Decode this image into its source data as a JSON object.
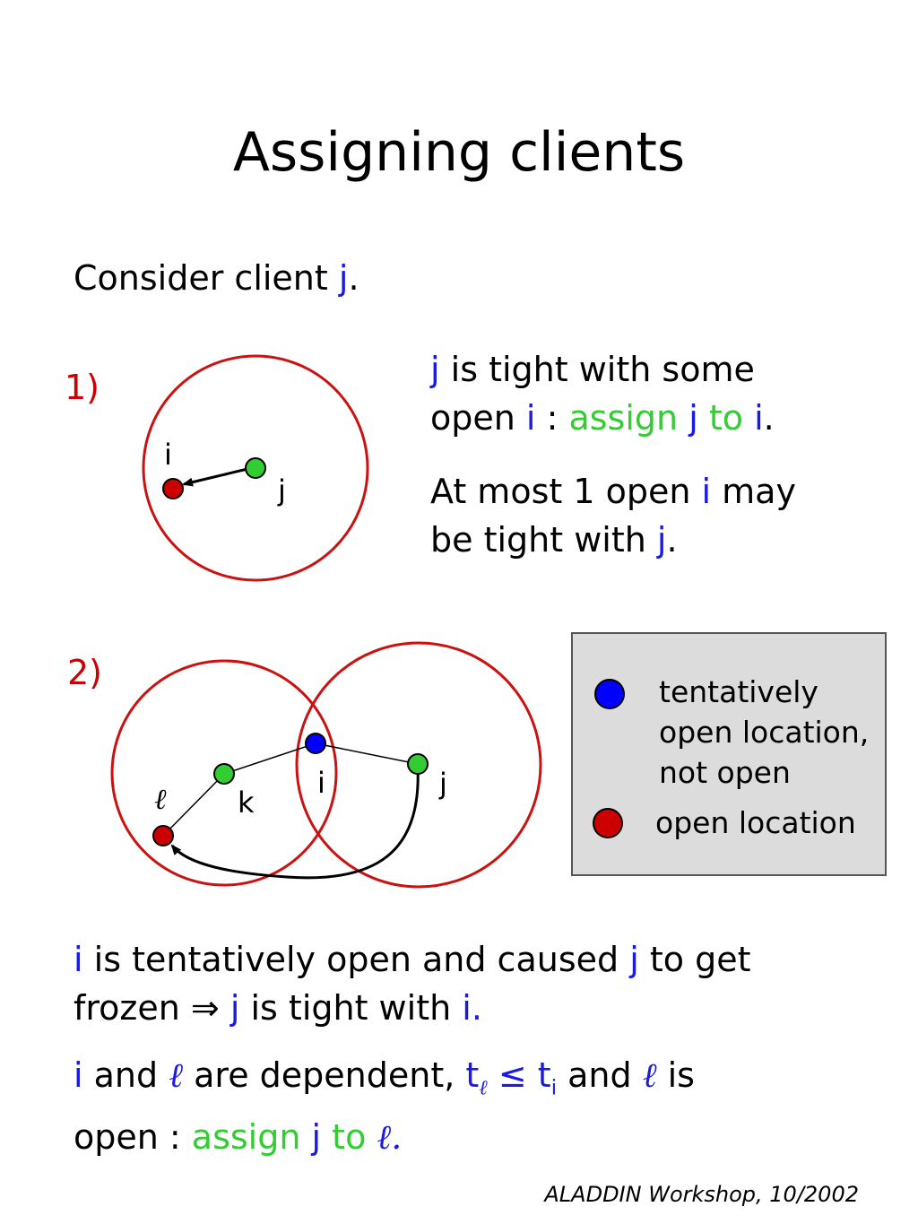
{
  "title": "Assigning clients",
  "intro": {
    "prefix": "Consider client ",
    "var": "j",
    "suffix": "."
  },
  "case1": {
    "number": "1)",
    "labels": {
      "i": "i",
      "j": "j"
    },
    "text1": {
      "l1_var": "j",
      "l1_rest": " is tight with some",
      "l2_a": "open ",
      "l2_i": "i",
      "l2_colon": " : ",
      "l2_assign": "assign ",
      "l2_j": "j",
      "l2_to": " to ",
      "l2_i2": "i",
      "l2_end": "."
    },
    "text2": {
      "l1_a": "At most 1 open ",
      "l1_i": "i",
      "l1_b": " may",
      "l2_a": "be tight with ",
      "l2_j": "j",
      "l2_end": "."
    }
  },
  "case2": {
    "number": "2)",
    "labels": {
      "l": "ℓ",
      "k": "k",
      "i": "i",
      "j": "j"
    },
    "text1": {
      "l1_i": "i",
      "l1_a": " is tentatively open and caused ",
      "l1_j": "j",
      "l1_b": " to get",
      "l2_a": "frozen ",
      "l2_arrow": "⇒",
      "l2_sp": " ",
      "l2_j": "j",
      "l2_b": " is tight with ",
      "l2_i": "i."
    },
    "text2": {
      "l1_i": "i",
      "l1_and": " and ",
      "l1_l": "ℓ",
      "l1_b": " are dependent, ",
      "l1_t1": "t",
      "l1_t1sub": "ℓ",
      "l1_le": " ≤ ",
      "l1_t2": "t",
      "l1_t2sub": "i",
      "l1_and2": " and ",
      "l1_l2": "ℓ",
      "l1_is": " is",
      "l2_a": "open : ",
      "l2_assign": "assign ",
      "l2_j": "j",
      "l2_to": " to ",
      "l2_l": "ℓ."
    }
  },
  "legend": {
    "tentative": [
      "tentatively",
      "open location,",
      "not open"
    ],
    "open": "open location"
  },
  "footer": "ALADDIN Workshop, 10/2002",
  "colors": {
    "open": "#cc0000",
    "tentative": "#0000ff",
    "client": "#33cc33",
    "circle": "#cc1111"
  }
}
